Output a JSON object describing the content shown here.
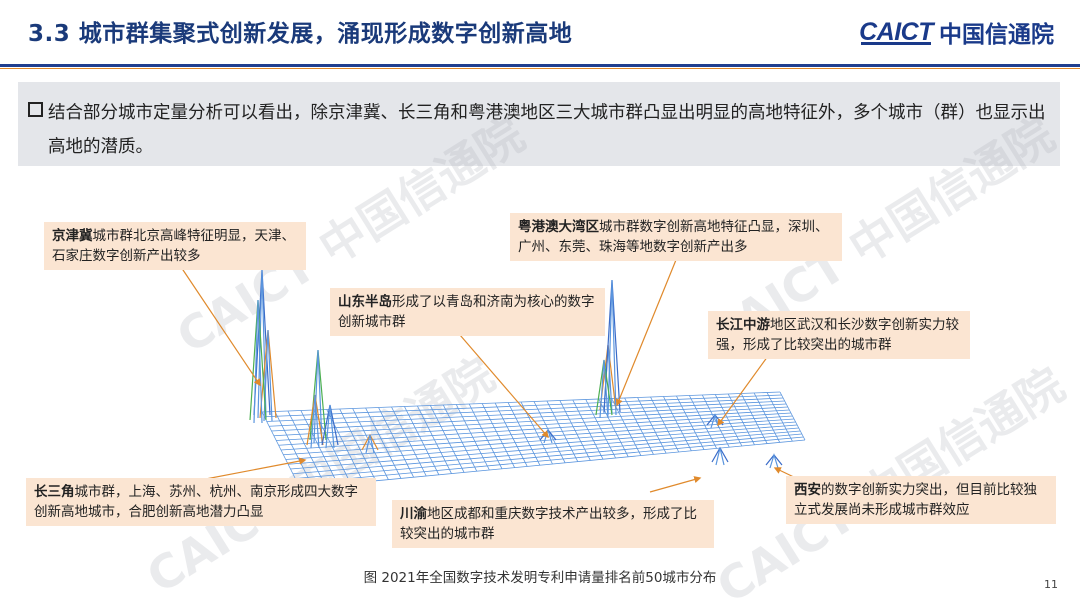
{
  "header": {
    "title": "3.3 城市群集聚式创新发展，涌现形成数字创新高地",
    "logo_en": "CAICT",
    "logo_cn": "中国信通院"
  },
  "summary": {
    "text": "结合部分城市定量分析可以看出，除京津冀、长三角和粤港澳地区三大城市群凸显出明显的高地特征外，多个城市（群）也显示出高地的潜质。"
  },
  "callouts": {
    "jjj": {
      "bold": "京津冀",
      "text": "城市群北京高峰特征明显，天津、石家庄数字创新产出较多"
    },
    "sd": {
      "bold": "山东半岛",
      "text": "形成了以青岛和济南为核心的数字创新城市群"
    },
    "gba": {
      "bold": "粤港澳大湾区",
      "text": "城市群数字创新高地特征凸显，深圳、广州、东莞、珠海等地数字创新产出多"
    },
    "cj": {
      "bold": "长江中游",
      "text": "地区武汉和长沙数字创新实力较强，形成了比较突出的城市群"
    },
    "csj": {
      "bold": "长三角",
      "text": "城市群，上海、苏州、杭州、南京形成四大数字创新高地城市，合肥创新高地潜力凸显"
    },
    "cy": {
      "bold": "川渝",
      "text": "地区成都和重庆数字技术产出较多，形成了比较突出的城市群"
    },
    "xa": {
      "bold": "西安",
      "text": "的数字创新实力突出，但目前比较独立式发展尚未形成城市群效应"
    }
  },
  "watermark": "CAICT 中国信通院",
  "caption": "图 2021年全国数字技术发明专利申请量排名前50城市分布",
  "page_number": "11",
  "colors": {
    "title": "#1a3a7a",
    "accent_line": "#1f3f8f",
    "orange_line": "#e0892a",
    "callout_bg": "#fbe5d2",
    "arrow": "#e08a2c",
    "grid": "#4a88d8"
  }
}
